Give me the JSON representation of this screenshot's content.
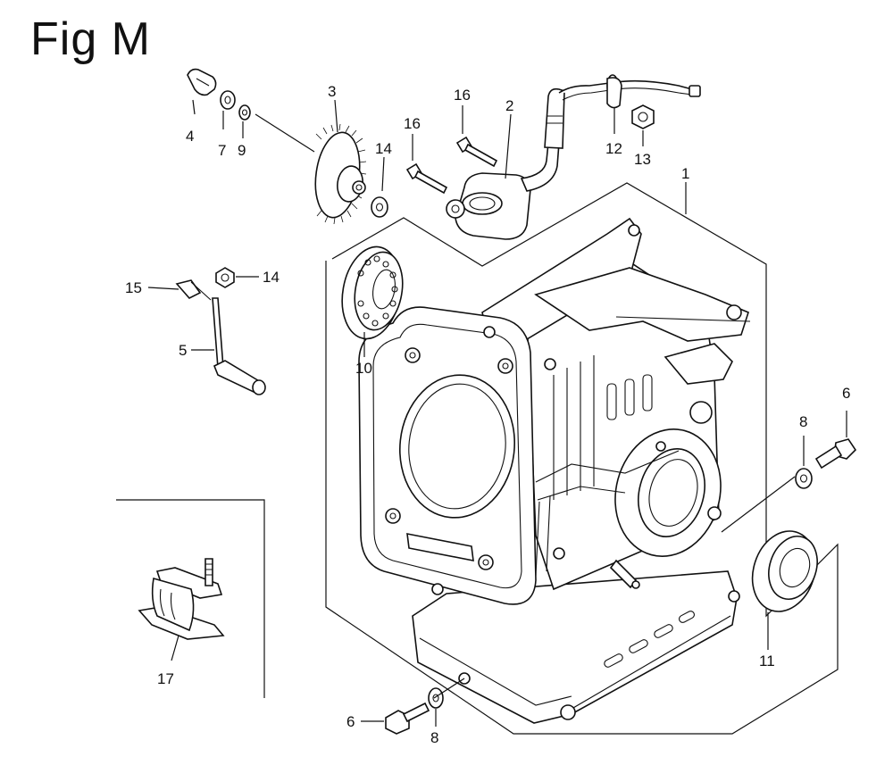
{
  "figure": {
    "title": "Fig M"
  },
  "callouts": [
    "1",
    "2",
    "3",
    "4",
    "5",
    "6",
    "6",
    "7",
    "8",
    "8",
    "9",
    "10",
    "11",
    "12",
    "13",
    "14",
    "14",
    "15",
    "16",
    "16",
    "17"
  ],
  "parts": {
    "crankcase": "1",
    "breather_tube": "2",
    "governor_gear": "3",
    "governor_slider": "4",
    "governor_arm_shaft": "5",
    "flange_bolt_right": "6",
    "flange_bolt_bottom": "6",
    "washer_small": "7",
    "washer_right": "8",
    "washer_bottom": "8",
    "washer_gear": "9",
    "bearing": "10",
    "oil_seal": "11",
    "clamp": "12",
    "nut_top": "13",
    "washer_mid": "14",
    "nut_arm": "14",
    "pin_clip": "15",
    "bolt_a": "16",
    "bolt_b": "16",
    "mount_bracket": "17"
  }
}
